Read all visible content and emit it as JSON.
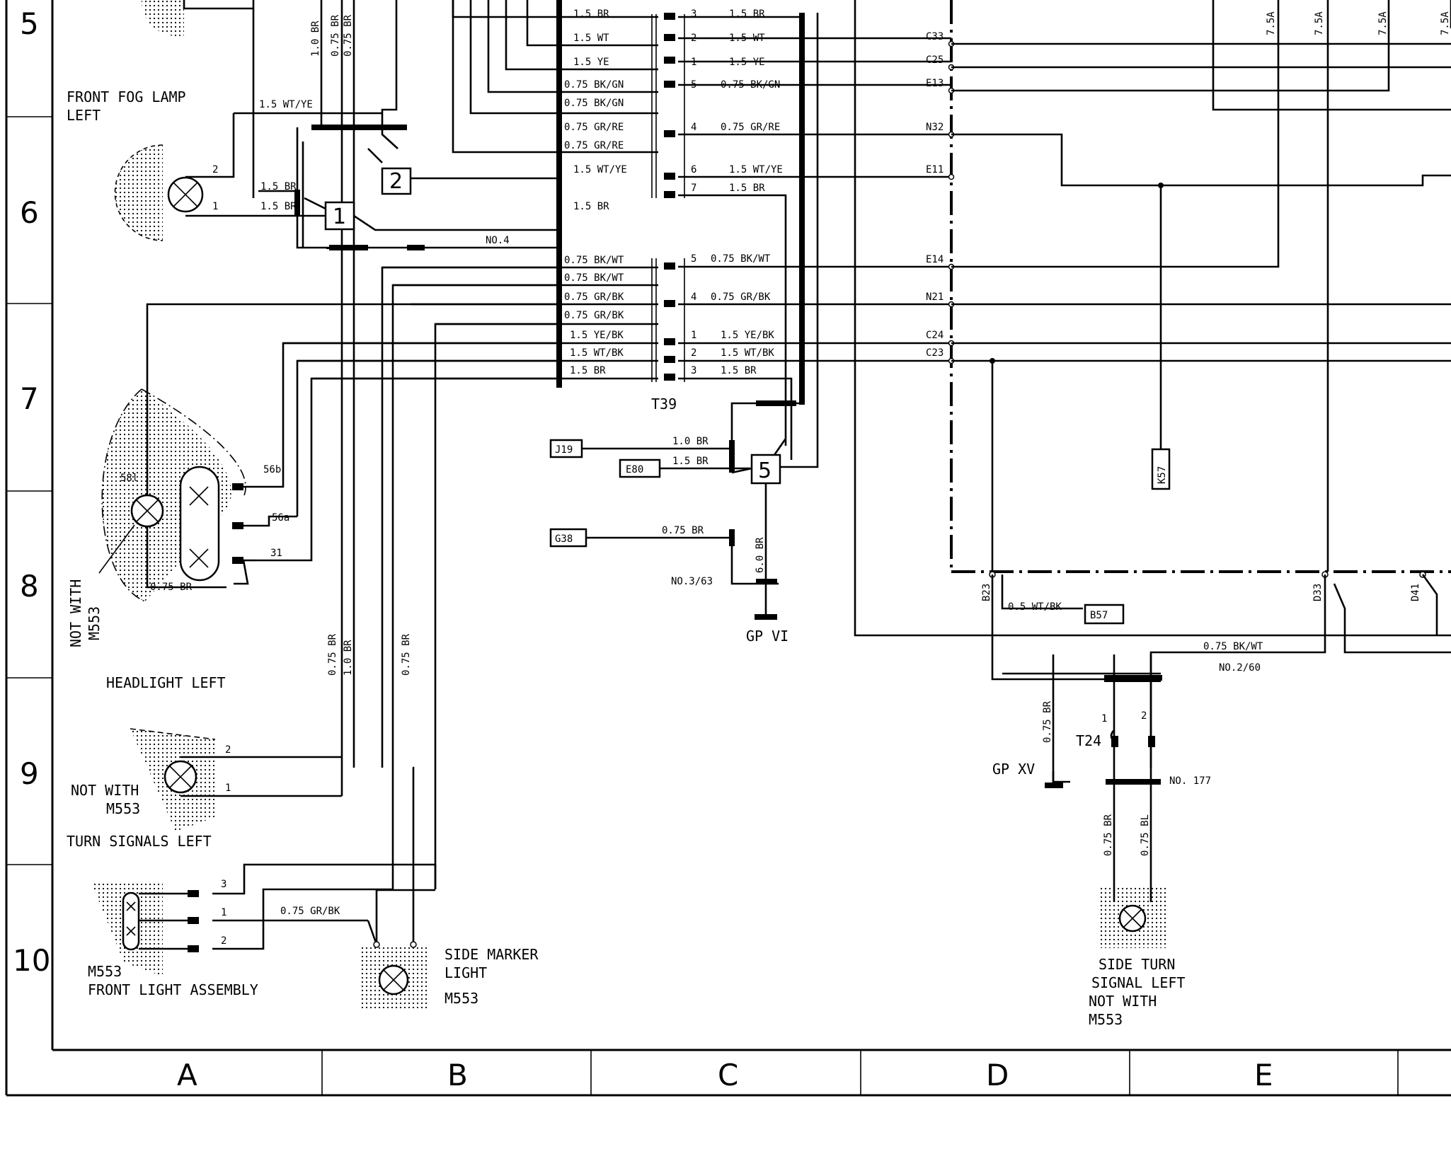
{
  "rows": [
    "5",
    "6",
    "7",
    "8",
    "9",
    "10"
  ],
  "columns": [
    "A",
    "B",
    "C",
    "D",
    "E"
  ],
  "components": {
    "fog_lamp": "FRONT FOG LAMP\nLEFT",
    "headlight": "HEADLIGHT LEFT",
    "headlight_note": "NOT WITH\nM553",
    "turn_signals": "TURN SIGNALS LEFT",
    "turn_signals_note": "NOT WITH\nM553",
    "front_assembly": "M553\nFRONT LIGHT ASSEMBLY",
    "side_marker": "SIDE MARKER\nLIGHT\nM553",
    "side_turn": "SIDE TURN\nSIGNAL LEFT\nNOT WITH\nM553"
  },
  "connectors": {
    "t39": "T39",
    "t24": "T24",
    "t39_pins_upper": [
      "3",
      "2",
      "1",
      "5",
      "4",
      "6",
      "7"
    ],
    "t39_pins_lower": [
      "5",
      "4",
      "1",
      "2",
      "3"
    ]
  },
  "splices": {
    "s1": "1",
    "s2": "2",
    "s5": "5"
  },
  "grounds": {
    "gp6": "GP VI",
    "gp15": "GP XV",
    "no363": "NO.3/63",
    "no260": "NO.2/60",
    "no177": "NO. 177",
    "no4": "NO.4"
  },
  "boxes": {
    "j19": "J19",
    "e80": "E80",
    "g38": "G38",
    "k57": "K57",
    "b57": "B57"
  },
  "terminals_right": [
    "C33",
    "C25",
    "E13",
    "N32",
    "E11",
    "E14",
    "N21",
    "C24",
    "C23"
  ],
  "bottom_terminals": [
    "B23",
    "D33",
    "D41"
  ],
  "fuses": [
    "7.5A",
    "7.5A",
    "7.5A",
    "7.5A"
  ],
  "wire_labels": {
    "w_1_5br_a": "1.5 BR",
    "w_1_5wt": "1.5 WT",
    "w_1_5ye": "1.5 YE",
    "w_075bkgn": "0.75 BK/GN",
    "w_075grre": "0.75 GR/RE",
    "w_15wtye": "1.5 WT/YE",
    "w_15br": "1.5 BR",
    "w_075bkwt": "0.75 BK/WT",
    "w_075grbk": "0.75 GR/BK",
    "w_15yebk": "1.5 YE/BK",
    "w_15wtbk": "1.5 WT/BK",
    "w_10br": "1.0 BR",
    "w_075br": "0.75 BR",
    "w_60br": "6.0 BR",
    "w_05wtbk": "0.5 WT/BK",
    "w_075bl": "0.75 BL",
    "pin_58l": "58l",
    "pin_56b": "56b",
    "pin_56a": "56a",
    "pin_31": "31",
    "pin_1": "1",
    "pin_2": "2",
    "pin_3": "3"
  }
}
